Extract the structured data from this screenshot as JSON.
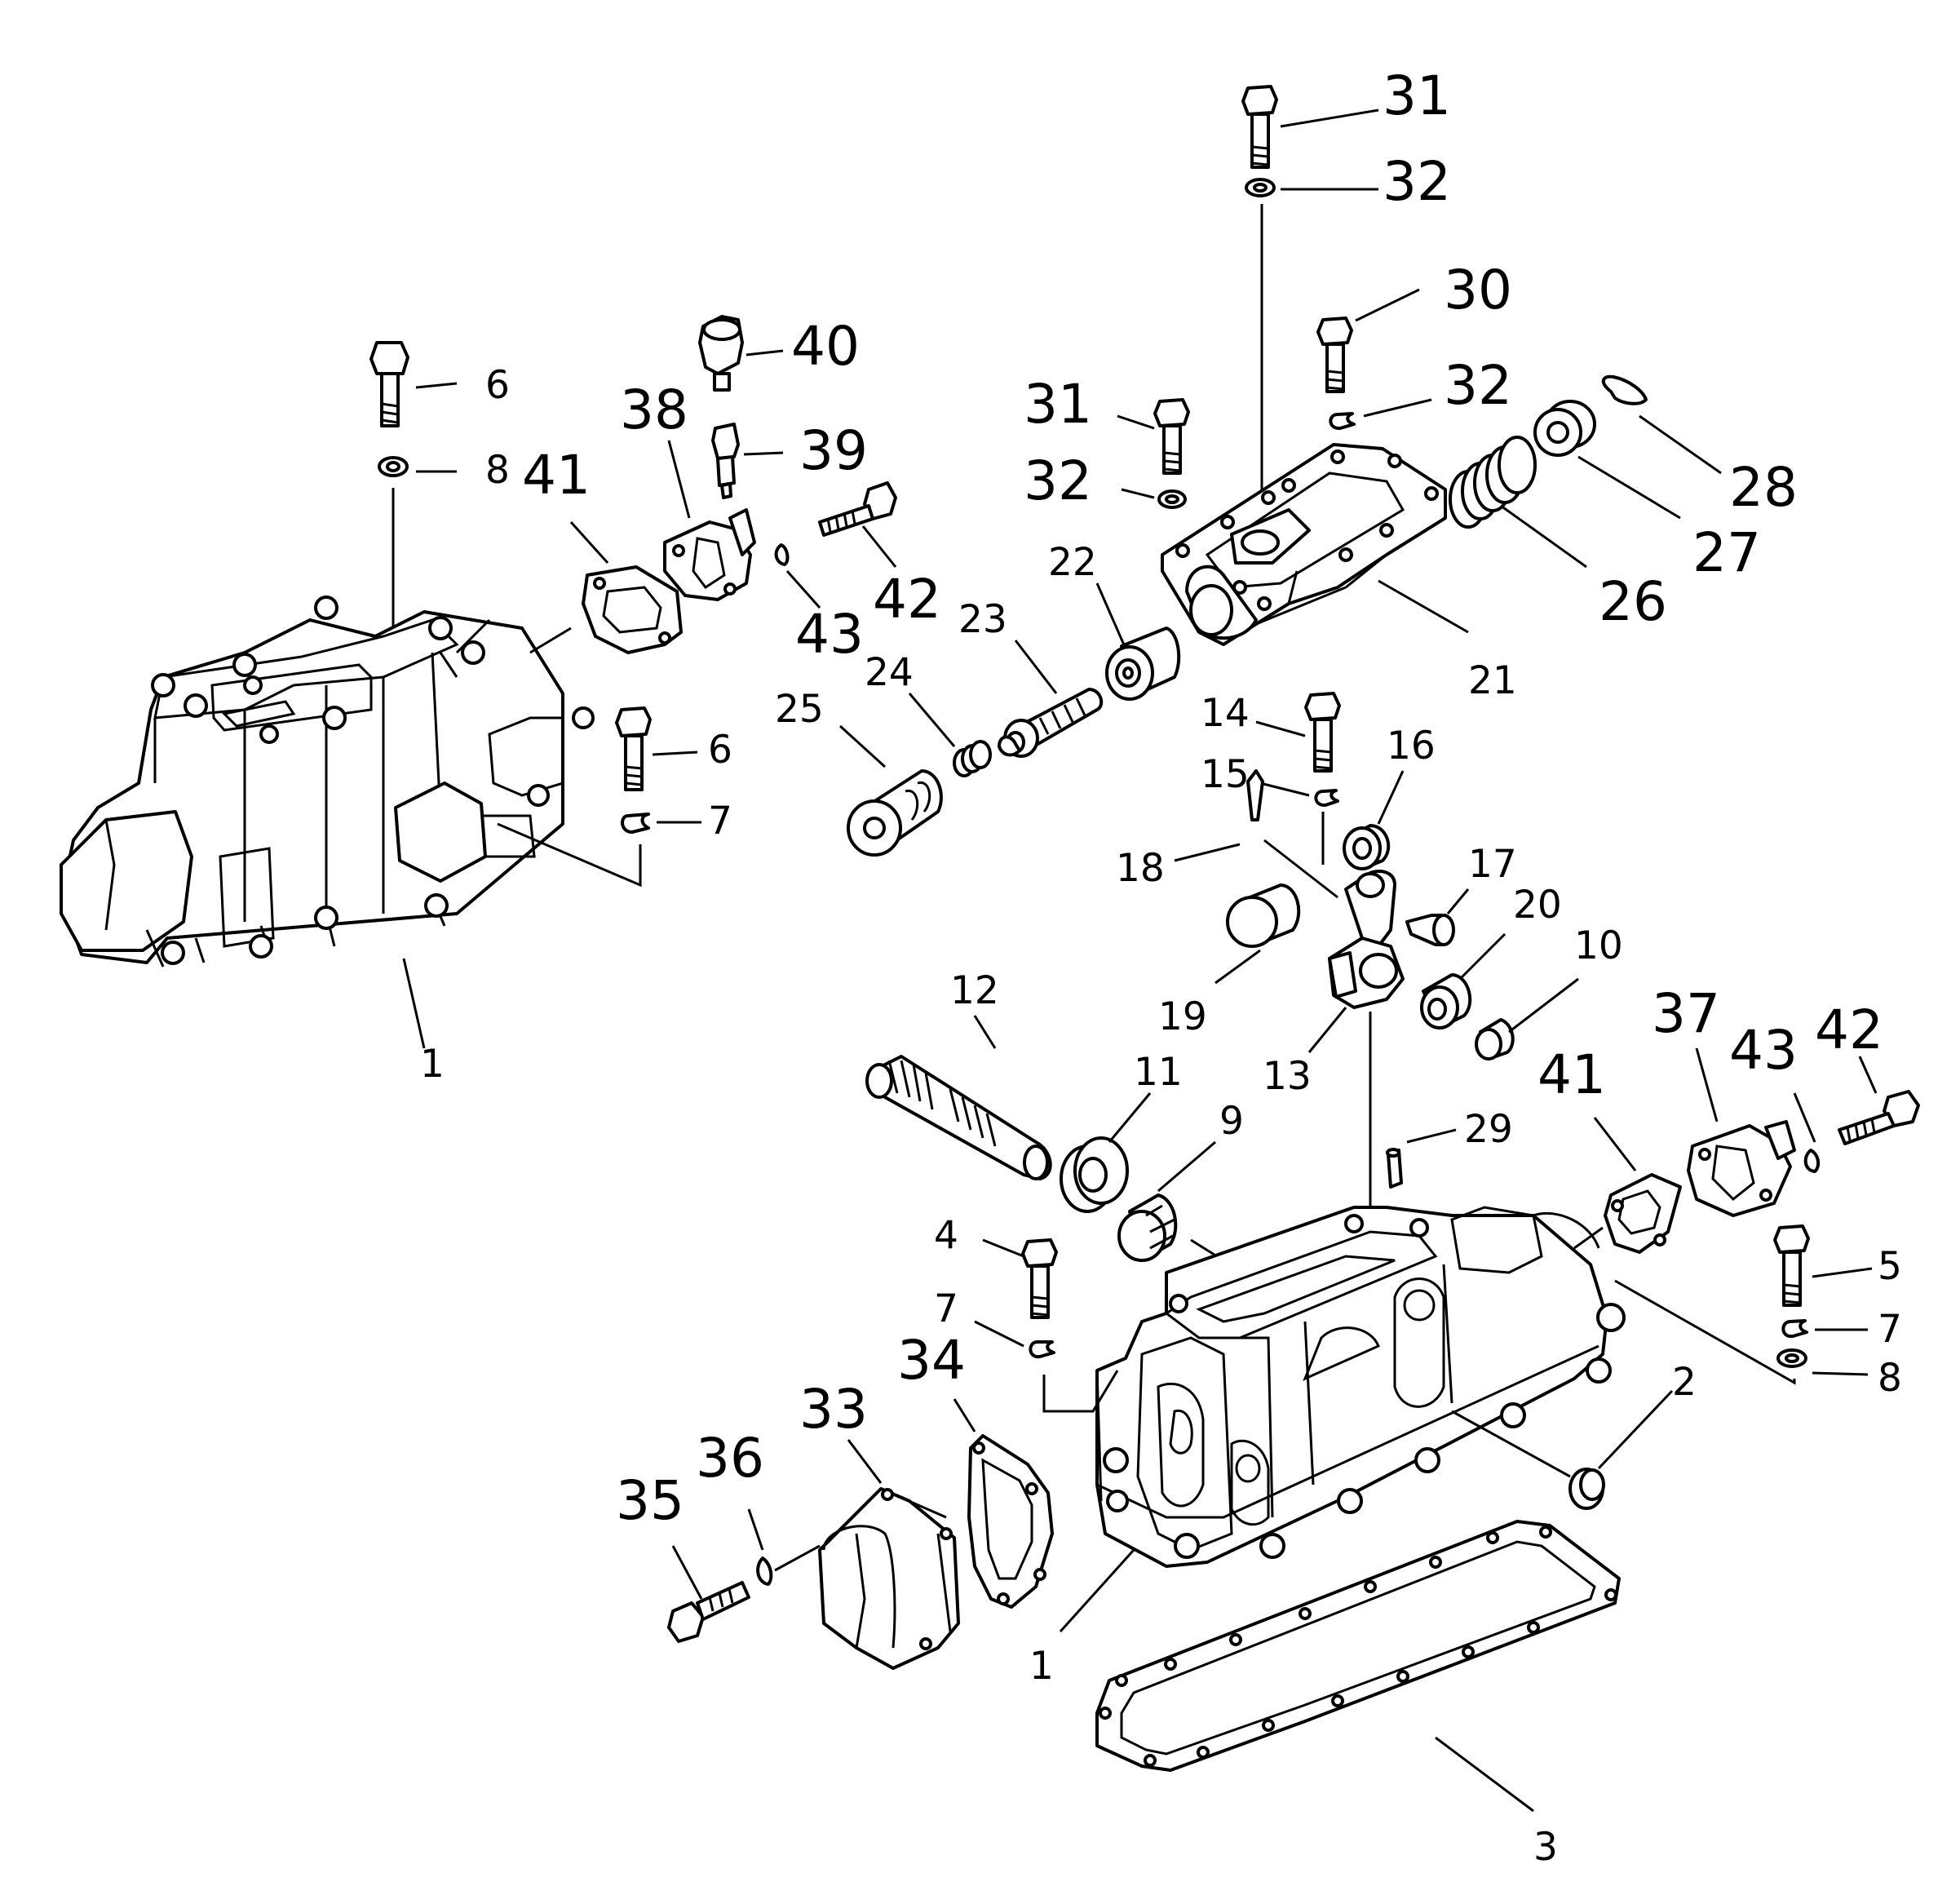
{
  "callouts": {
    "c1_left": "1",
    "c1_right": "1",
    "c2": "2",
    "c3": "3",
    "c4": "4",
    "c5": "5",
    "c6_top": "6",
    "c6_mid": "6",
    "c7_left": "7",
    "c7_mid": "7",
    "c7_right": "7",
    "c8_left": "8",
    "c8_right": "8",
    "c9": "9",
    "c10": "10",
    "c11": "11",
    "c12": "12",
    "c13": "13",
    "c14": "14",
    "c15": "15",
    "c16": "16",
    "c17": "17",
    "c18": "18",
    "c19": "19",
    "c20": "20",
    "c21": "21",
    "c22": "22",
    "c23": "23",
    "c24": "24",
    "c25": "25",
    "c26": "26",
    "c27": "27",
    "c28": "28",
    "c29": "29",
    "c30": "30",
    "c31_top": "31",
    "c31_mid": "31",
    "c32_top": "32",
    "c32_mid": "32",
    "c32_right": "32",
    "c33": "33",
    "c34": "34",
    "c35": "35",
    "c36": "36",
    "c37": "37",
    "c38": "38",
    "c39": "39",
    "c40": "40",
    "c41_left": "41",
    "c41_right": "41",
    "c42_left": "42",
    "c42_right": "42",
    "c43_left": "43",
    "c43_right": "43"
  }
}
